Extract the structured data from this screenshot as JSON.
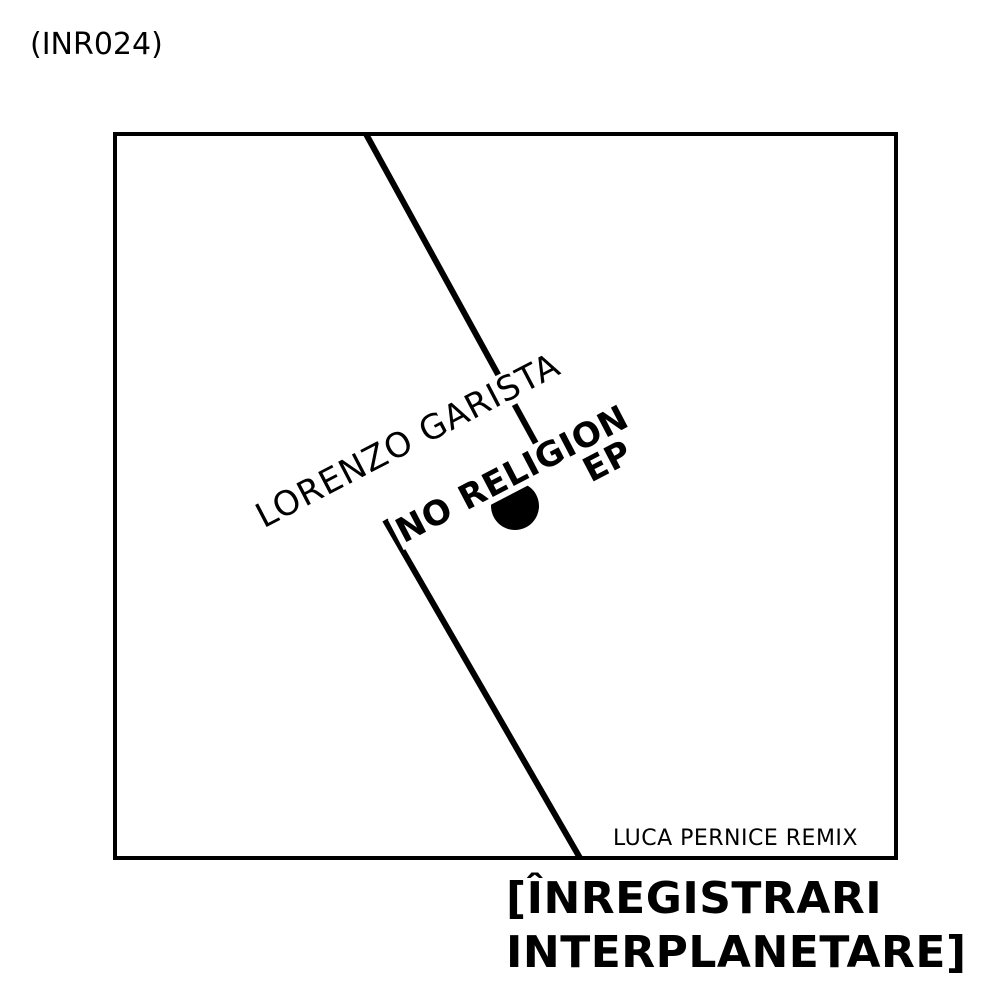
{
  "catalog_number": "(INR024)",
  "release": {
    "artist": "LORENZO GARISTA",
    "title_line1": "NO RELIGION",
    "title_line2": "EP",
    "remix": "LUCA PERNICE REMIX"
  },
  "label": {
    "line1": "[ÎNREGISTRARI",
    "line2": "INTERPLANETARE]"
  },
  "colors": {
    "background": "#ffffff",
    "ink": "#000000"
  }
}
